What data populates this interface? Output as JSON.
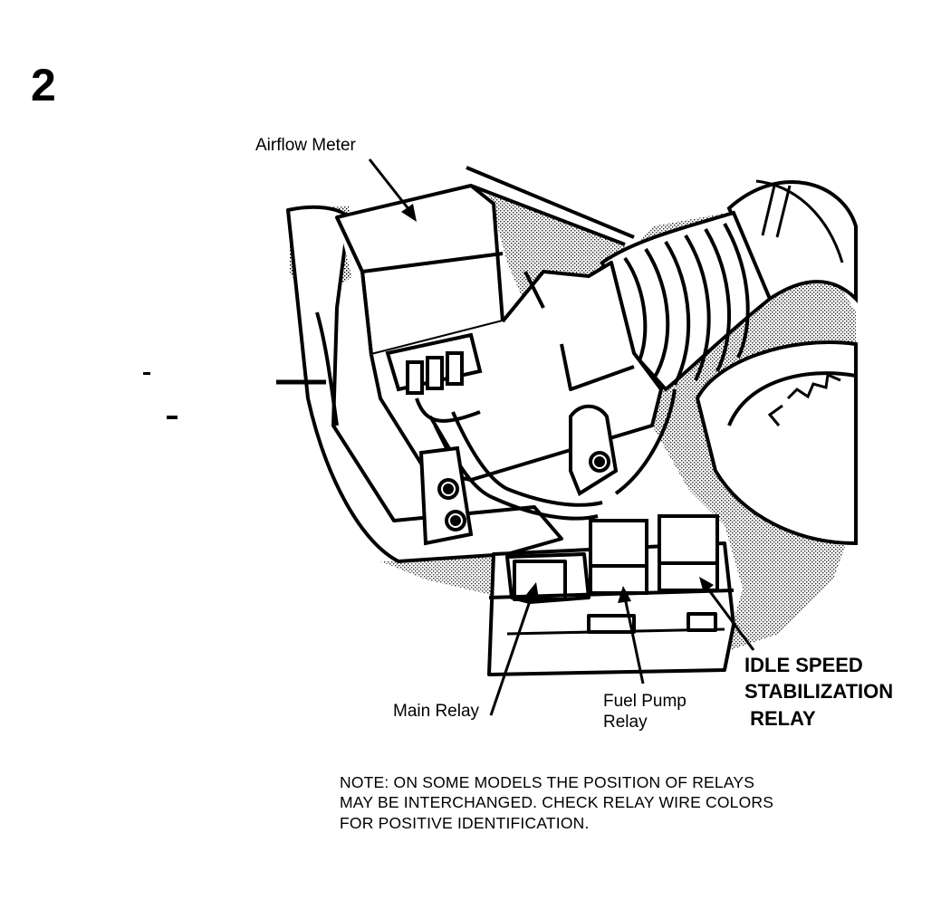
{
  "figure": {
    "number": "2",
    "callouts": {
      "airflow_meter": "Airflow Meter",
      "main_relay": "Main Relay",
      "fuel_pump_relay": "Fuel Pump\nRelay",
      "idle_speed_relay": "IDLE SPEED\nSTABILIZATION\n RELAY"
    },
    "note": "NOTE: ON SOME MODELS THE POSITION OF RELAYS\nMAY BE INTERCHANGED. CHECK RELAY WIRE COLORS\nFOR POSITIVE IDENTIFICATION."
  }
}
